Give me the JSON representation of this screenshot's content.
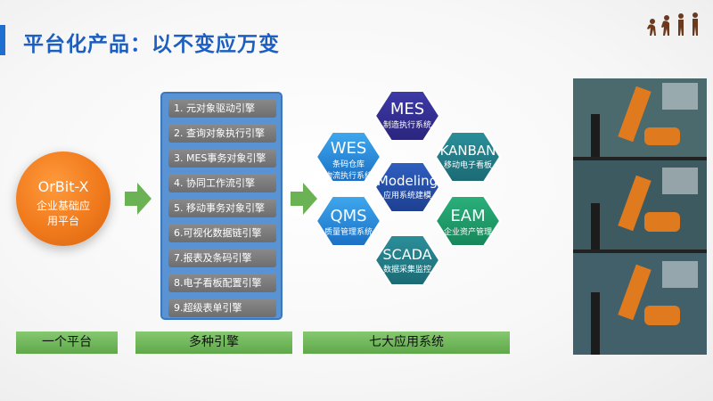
{
  "title": "平台化产品：以不变应万变",
  "orbit": {
    "name": "OrBit-X",
    "sub1": "企业基础应",
    "sub2": "用平台"
  },
  "engines": [
    "1. 元对象驱动引擎",
    "2. 查询对象执行引擎",
    "3. MES事务对象引擎",
    "4. 协同工作流引擎",
    "5. 移动事务对象引擎",
    "6.可视化数据链引擎",
    "7.报表及条码引擎",
    "8.电子看板配置引擎",
    "9.超级表单引擎"
  ],
  "hexes": {
    "mes": {
      "title": "MES",
      "sub": "制造执行系统"
    },
    "wes": {
      "title": "WES",
      "sub1": "条码仓库",
      "sub2": "物流执行系统"
    },
    "kanban": {
      "title": "KANBAN",
      "sub": "移动电子看板"
    },
    "modeling": {
      "title": "Modeling",
      "sub": "应用系统建模"
    },
    "qms": {
      "title": "QMS",
      "sub": "质量管理系统"
    },
    "eam": {
      "title": "EAM",
      "sub": "企业资产管理"
    },
    "scada": {
      "title": "SCADA",
      "sub": "数据采集监控"
    }
  },
  "labels": {
    "one": "一个平台",
    "two": "多种引擎",
    "three": "七大应用系统"
  },
  "colors": {
    "accent": "#1d5fc0",
    "orange": "#f07a1c",
    "green": "#6bb255",
    "panel": "#5a93d4"
  }
}
